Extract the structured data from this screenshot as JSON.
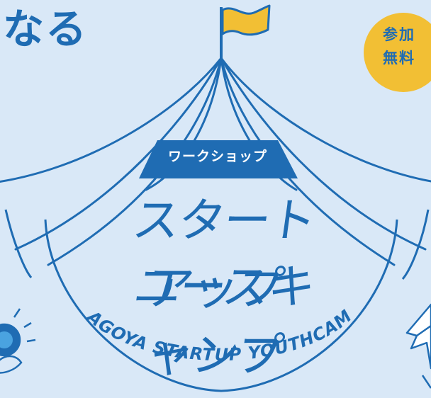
{
  "headline": "なる",
  "badge": {
    "line1": "参加",
    "line2": "無料"
  },
  "workshop_label": "ワークショップ",
  "title": {
    "line1": "スタートアップ",
    "line2": "ユースキャンプ"
  },
  "subtitle_en": "NAGOYA STARTUP YOUTHCAMP",
  "colors": {
    "background": "#d9e8f7",
    "brand_blue": "#1f6cb3",
    "flag_yellow": "#f2bf34",
    "white": "#ffffff"
  },
  "icons": [
    "flag-icon",
    "bulb-hand-illustration",
    "paper-plane-illustration"
  ]
}
